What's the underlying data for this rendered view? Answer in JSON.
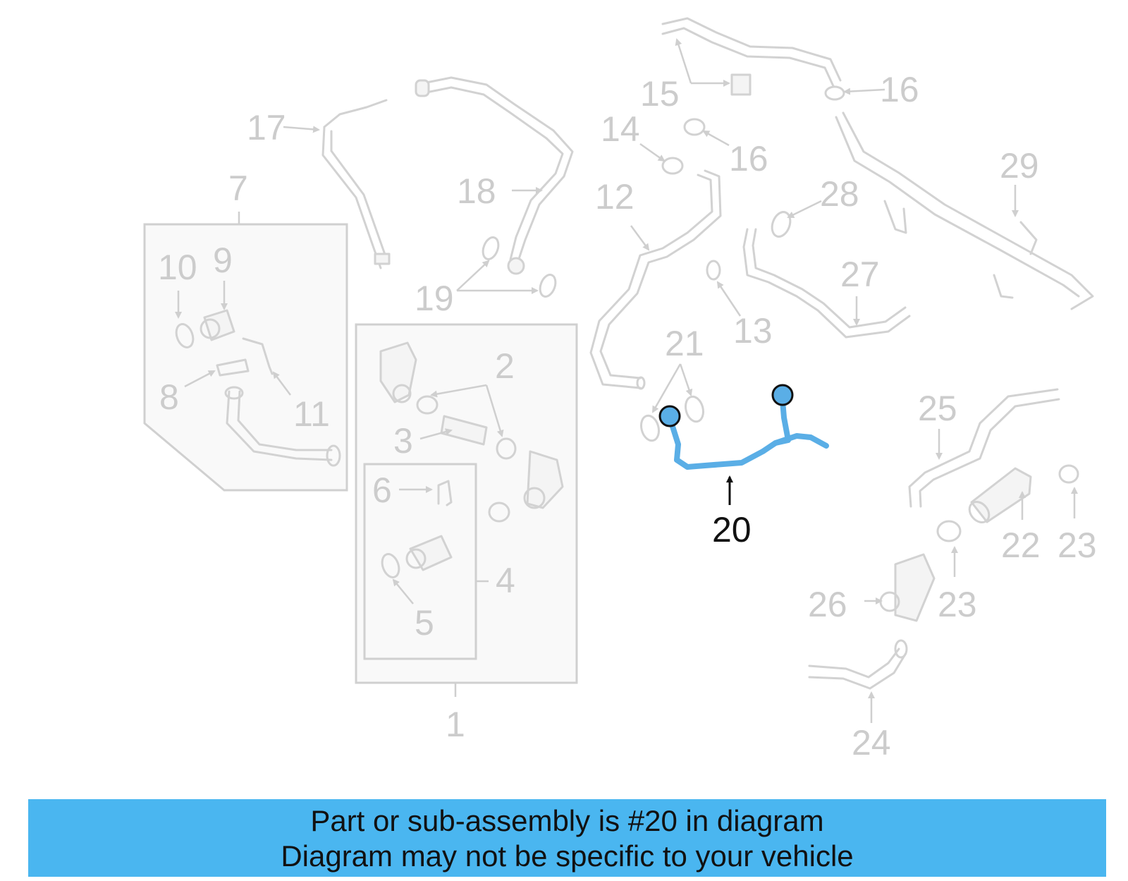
{
  "diagram": {
    "highlighted_part": "20",
    "callouts": [
      "1",
      "2",
      "3",
      "4",
      "5",
      "6",
      "7",
      "8",
      "9",
      "10",
      "11",
      "12",
      "13",
      "14",
      "15",
      "16",
      "16",
      "17",
      "18",
      "19",
      "20",
      "21",
      "22",
      "23",
      "23",
      "24",
      "25",
      "26",
      "27",
      "28",
      "29"
    ]
  },
  "banner": {
    "line1": "Part or sub-assembly is #20 in diagram",
    "line2": "Diagram may not be specific to your vehicle"
  },
  "colors": {
    "banner_background": "#4ab6f0",
    "highlight": "#5aaee6",
    "muted_parts": "#d2d2d2"
  }
}
